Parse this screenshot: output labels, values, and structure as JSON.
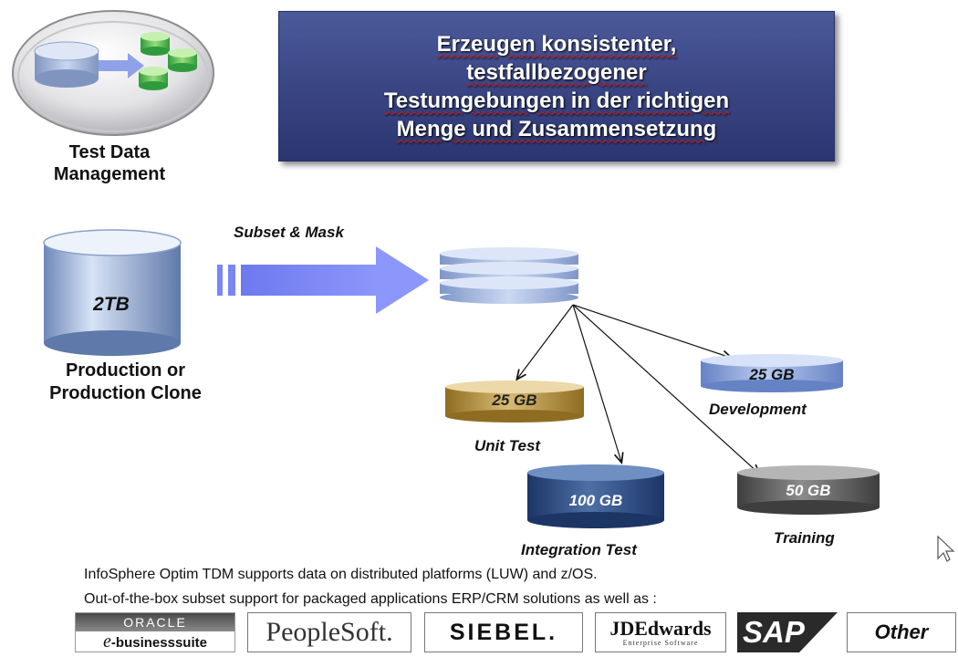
{
  "tdm": {
    "label_line1": "Test Data",
    "label_line2": "Management",
    "icon": "database-copy-icon"
  },
  "headline": {
    "lines": [
      "Erzeugen konsistenter,",
      "testfallbezogener",
      "Testumgebungen in der richtigen",
      "Menge und Zusammensetzung"
    ]
  },
  "flow": {
    "arrow_label": "Subset & Mask"
  },
  "production": {
    "size": "2TB",
    "label_line1": "Production or",
    "label_line2": "Production Clone"
  },
  "targets": {
    "unit_test": {
      "size": "25 GB",
      "label": "Unit Test",
      "color": "#b8923c"
    },
    "development": {
      "size": "25 GB",
      "label": "Development",
      "color": "#7f9fd8"
    },
    "integration_test": {
      "size": "100 GB",
      "label": "Integration Test",
      "color": "#2b4a7e"
    },
    "training": {
      "size": "50 GB",
      "label": "Training",
      "color": "#5a5a5a"
    }
  },
  "footer": {
    "line1": "InfoSphere Optim TDM supports data on distributed platforms (LUW) and z/OS.",
    "line2": "Out-of-the-box subset  support for packaged applications ERP/CRM solutions as well as :"
  },
  "logos": {
    "oracle_top": "ORACLE",
    "oracle_e": "e",
    "oracle_suite": "-businesssuite",
    "peoplesoft": "PeopleSoft.",
    "siebel": "SIEBEL.",
    "jdedwards": "JDEdwards",
    "jdedwards_sub": "Enterprise Software",
    "sap": "SAP",
    "other": "Other"
  },
  "colors": {
    "headline_bg": "#3a4684",
    "arrow": "#7a86f5",
    "production_cyl": "#9fb6dc"
  }
}
